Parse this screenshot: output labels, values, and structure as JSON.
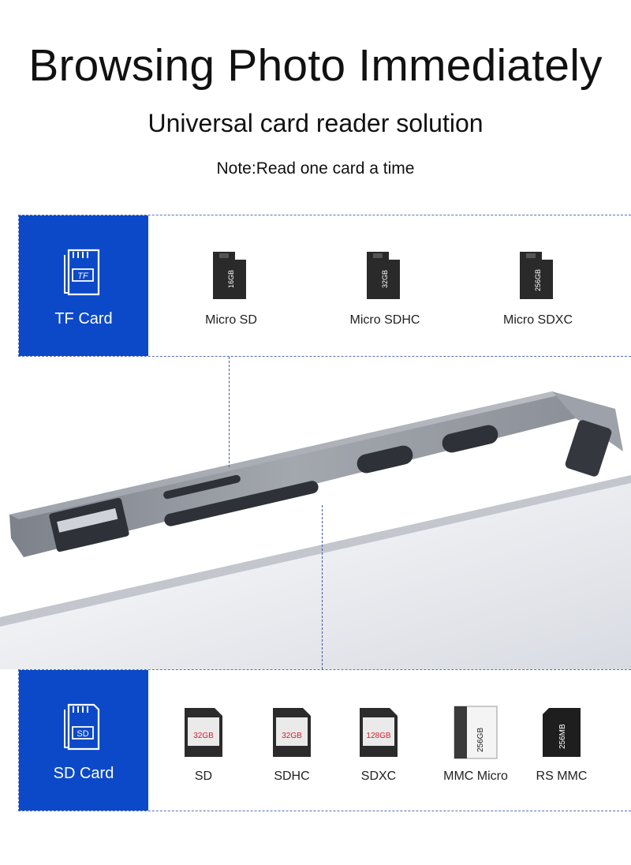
{
  "header": {
    "title": "Browsing Photo Immediately",
    "subtitle": "Universal card reader solution",
    "note": "Note:Read one card a time"
  },
  "tf_panel": {
    "badge_label": "TF Card",
    "badge_icon_text": "TF",
    "cards": [
      {
        "label": "Micro SD",
        "capacity": "16GB"
      },
      {
        "label": "Micro SDHC",
        "capacity": "32GB"
      },
      {
        "label": "Micro SDXC",
        "capacity": "256GB"
      }
    ]
  },
  "sd_panel": {
    "badge_label": "SD Card",
    "badge_icon_text": "SD",
    "cards": [
      {
        "label": "SD",
        "capacity": "32GB"
      },
      {
        "label": "SDHC",
        "capacity": "32GB"
      },
      {
        "label": "SDXC",
        "capacity": "128GB"
      },
      {
        "label": "MMC Micro",
        "capacity": "256GB"
      },
      {
        "label": "RS MMC",
        "capacity": "256MB"
      }
    ]
  },
  "colors": {
    "badge_blue": "#0b49c9",
    "hub_gray": "#8f939b",
    "card_dark": "#2b2b2b",
    "sd_red": "#d11f2a"
  }
}
